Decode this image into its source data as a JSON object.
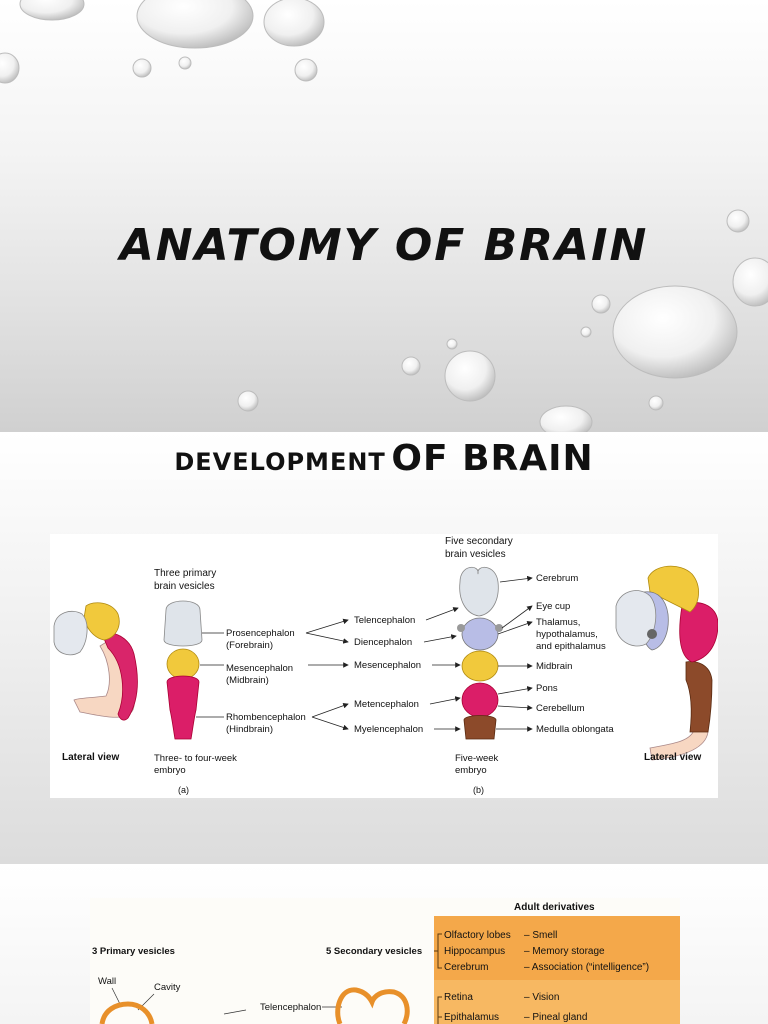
{
  "slide1": {
    "title": "ANATOMY OF BRAIN"
  },
  "slide2": {
    "title_small": "DEVELOPMENT",
    "title_big": "OF BRAIN",
    "figure": {
      "heading_primary": [
        "Three primary",
        "brain vesicles"
      ],
      "heading_secondary": [
        "Five secondary",
        "brain vesicles"
      ],
      "primary_labels": [
        [
          "Prosencephalon",
          "(Forebrain)"
        ],
        [
          "Mesencephalon",
          "(Midbrain)"
        ],
        [
          "Rhombencephalon",
          "(Hindbrain)"
        ]
      ],
      "secondary_labels": [
        "Telencephalon",
        "Diencephalon",
        "Mesencephalon",
        "Metencephalon",
        "Myelencephalon"
      ],
      "adult_labels": [
        [
          "Cerebrum"
        ],
        [
          "Eye cup"
        ],
        [
          "Thalamus,",
          "hypothalamus,",
          "and epithalamus"
        ],
        [
          "Midbrain"
        ],
        [
          "Pons"
        ],
        [
          "Cerebellum"
        ],
        [
          "Medulla oblongata"
        ]
      ],
      "lateral_view": "Lateral view",
      "embryo_a": [
        "Three- to four-week",
        "embryo"
      ],
      "embryo_b": [
        "Five-week",
        "embryo"
      ],
      "panel_a": "(a)",
      "panel_b": "(b)"
    }
  },
  "slide3": {
    "figure": {
      "adult_heading": "Adult derivatives",
      "primary_heading": "3 Primary vesicles",
      "secondary_heading": "5 Secondary vesicles",
      "wall": "Wall",
      "cavity": "Cavity",
      "telencephalon": "Telencephalon",
      "structures": [
        "Olfactory lobes",
        "Hippocampus",
        "Cerebrum",
        "Retina",
        "Epithalamus"
      ],
      "functions": [
        "– Smell",
        "– Memory storage",
        "– Association (“intelligence”)",
        "– Vision",
        "– Pineal gland"
      ]
    }
  },
  "colors": {
    "forebrain": "#dfe4ea",
    "diencephalon": "#b8bde6",
    "midbrain": "#f1c93c",
    "hindbrain": "#db1e68",
    "myelencephalon": "#8c4a2a",
    "cord": "#f8d9c4",
    "arrow": "#222222",
    "table_orange": "#f4a84a"
  }
}
